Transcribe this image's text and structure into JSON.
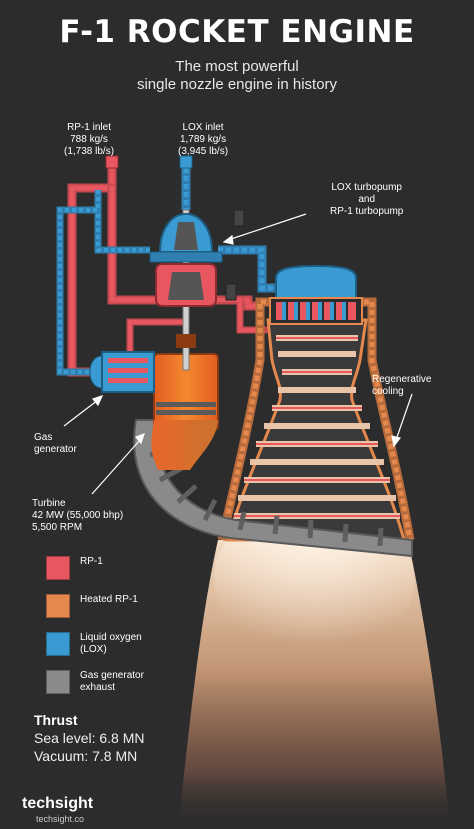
{
  "title": "F-1 ROCKET ENGINE",
  "subtitle": [
    "The most powerful",
    "single nozzle engine in history"
  ],
  "labels": {
    "rp1_inlet": [
      "RP-1 inlet",
      "788 kg/s",
      "(1,738 lb/s)"
    ],
    "lox_inlet": [
      "LOX inlet",
      "1,789 kg/s",
      "(3,945 lb/s)"
    ],
    "turbopump": [
      "LOX turbopump",
      "and",
      "RP-1 turbopump"
    ],
    "regen": [
      "Regenerative",
      "cooling"
    ],
    "gas_gen": [
      "Gas",
      "generator"
    ],
    "turbine": [
      "Turbine",
      "42 MW (55,000 bhp)",
      "5,500 RPM"
    ]
  },
  "legend": [
    {
      "label": [
        "RP-1"
      ],
      "color": "#e8575f"
    },
    {
      "label": [
        "Heated RP-1"
      ],
      "color": "#e4884e"
    },
    {
      "label": [
        "Liquid oxygen",
        "(LOX)"
      ],
      "color": "#3a9bd2"
    },
    {
      "label": [
        "Gas generator",
        "exhaust"
      ],
      "color": "#8a8a8a"
    }
  ],
  "thrust": {
    "heading": "Thrust",
    "rows": [
      "Sea level: 6.8 MN",
      "Vacuum: 7.8 MN"
    ]
  },
  "brand": {
    "name": "techsight",
    "url": "techsight.co"
  },
  "colors": {
    "background": "#2c2c2c",
    "rp1": "#e8575f",
    "heated_rp1": "#e4884e",
    "lox": "#3a9bd2",
    "exhaust": "#8a8a8a",
    "flame": "#f5c9a0"
  }
}
